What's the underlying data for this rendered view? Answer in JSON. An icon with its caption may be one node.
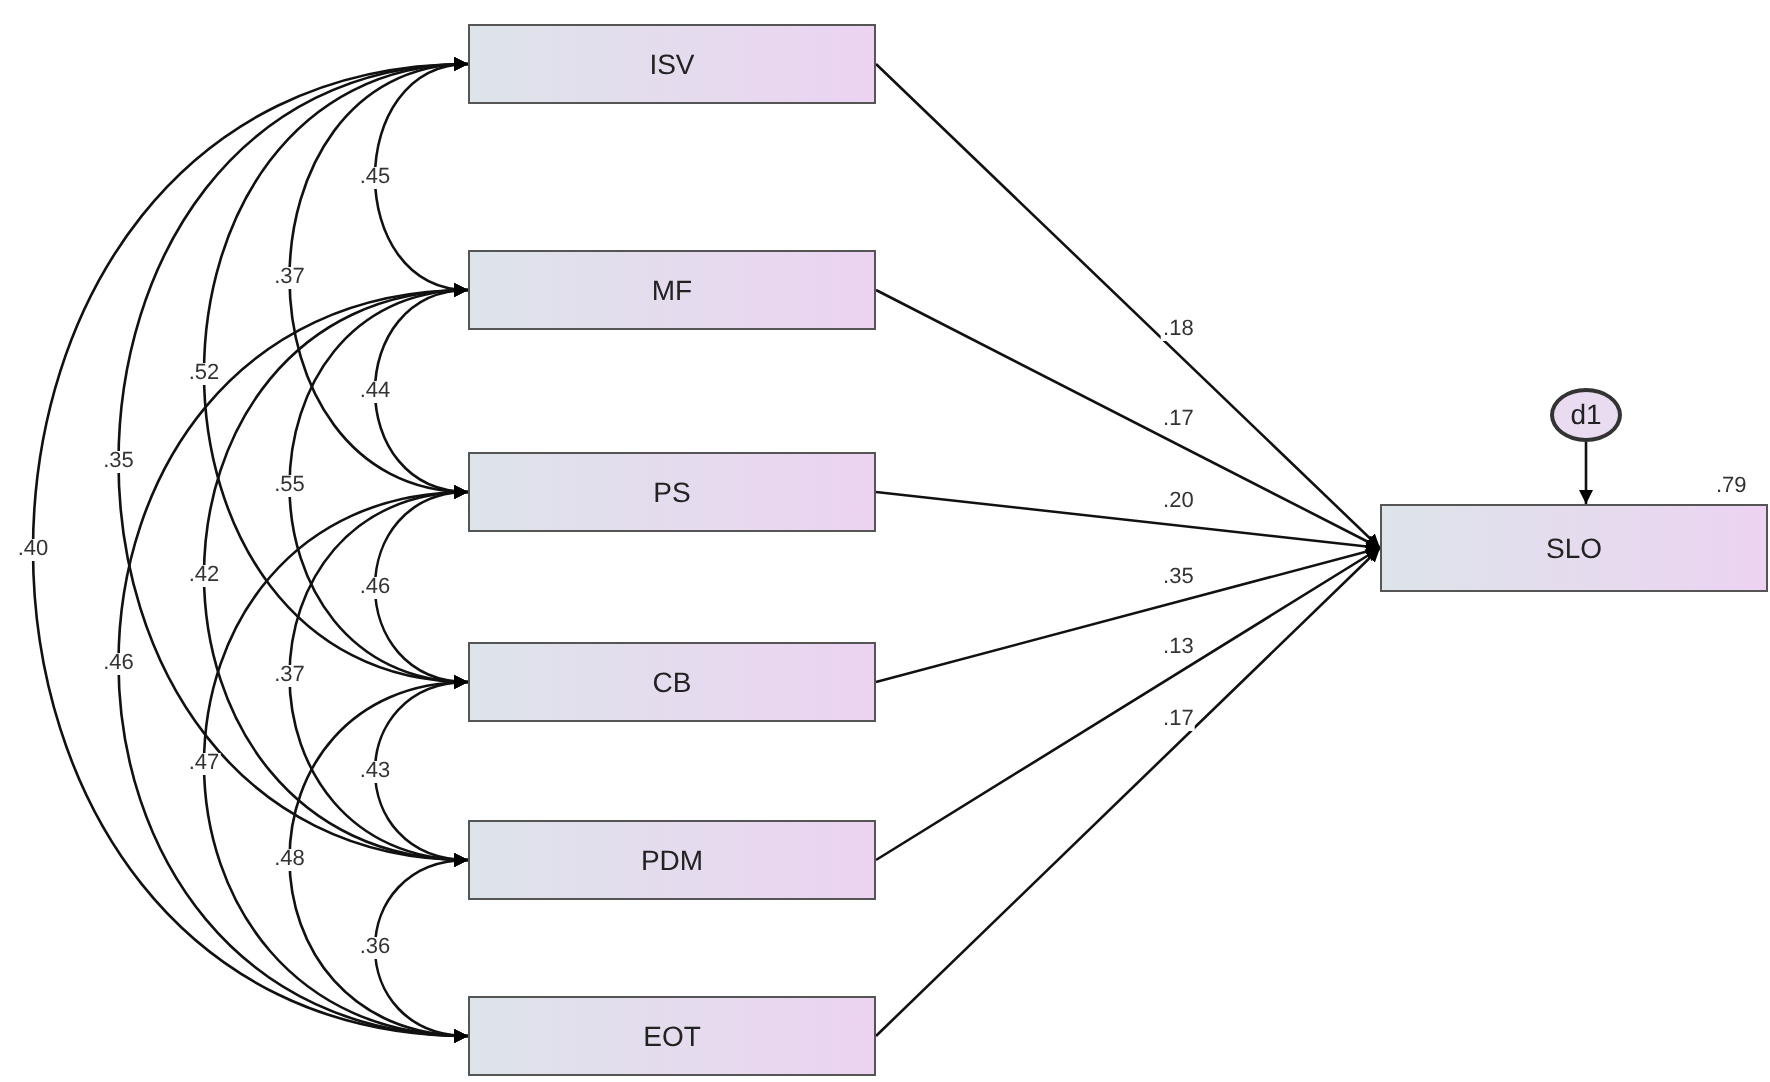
{
  "diagram": {
    "nodes": [
      {
        "text": [
          "ISV"
        ]
      },
      {
        "text": [
          "MF"
        ]
      },
      {
        "text": [
          "PS"
        ]
      },
      {
        "text": [
          "CB"
        ]
      },
      {
        "text": [
          "PDM"
        ]
      },
      {
        "text": [
          "EOT"
        ]
      },
      {
        "text": [
          "d1"
        ]
      },
      {
        "text": [
          "SLO"
        ],
        "beside": [
          ".79"
        ]
      }
    ],
    "edges": [
      {
        "from": 0,
        "to": 1,
        "arrow": "both",
        "label": ".45"
      },
      {
        "from": 1,
        "to": 2,
        "arrow": "both",
        "label": ".44"
      },
      {
        "from": 2,
        "to": 3,
        "arrow": "both",
        "label": ".46"
      },
      {
        "from": 3,
        "to": 4,
        "arrow": "both",
        "label": ".43"
      },
      {
        "from": 4,
        "to": 5,
        "arrow": "both",
        "label": ".36"
      },
      {
        "from": 0,
        "to": 2,
        "arrow": "both",
        "label": ".37"
      },
      {
        "from": 1,
        "to": 3,
        "arrow": "both",
        "label": ".55"
      },
      {
        "from": 2,
        "to": 4,
        "arrow": "both",
        "label": ".37"
      },
      {
        "from": 3,
        "to": 5,
        "arrow": "both",
        "label": ".48"
      },
      {
        "from": 0,
        "to": 3,
        "arrow": "both",
        "label": ".52"
      },
      {
        "from": 1,
        "to": 4,
        "arrow": "both",
        "label": ".42"
      },
      {
        "from": 2,
        "to": 5,
        "arrow": "both",
        "label": ".47"
      },
      {
        "from": 0,
        "to": 4,
        "arrow": "both",
        "label": ".35"
      },
      {
        "from": 1,
        "to": 5,
        "arrow": "both",
        "label": ".46"
      },
      {
        "from": 0,
        "to": 5,
        "arrow": "both",
        "label": ".40"
      },
      {
        "from": 0,
        "to": 7,
        "arrow": "to",
        "label": ".18"
      },
      {
        "from": 1,
        "to": 7,
        "arrow": "to",
        "label": ".17"
      },
      {
        "from": 2,
        "to": 7,
        "arrow": "to",
        "label": ".20"
      },
      {
        "from": 3,
        "to": 7,
        "arrow": "to",
        "label": ".35"
      },
      {
        "from": 4,
        "to": 7,
        "arrow": "to",
        "label": ".13"
      },
      {
        "from": 5,
        "to": 7,
        "arrow": "to",
        "label": ".17"
      },
      {
        "from": 6,
        "to": 7,
        "arrow": "to"
      }
    ]
  }
}
